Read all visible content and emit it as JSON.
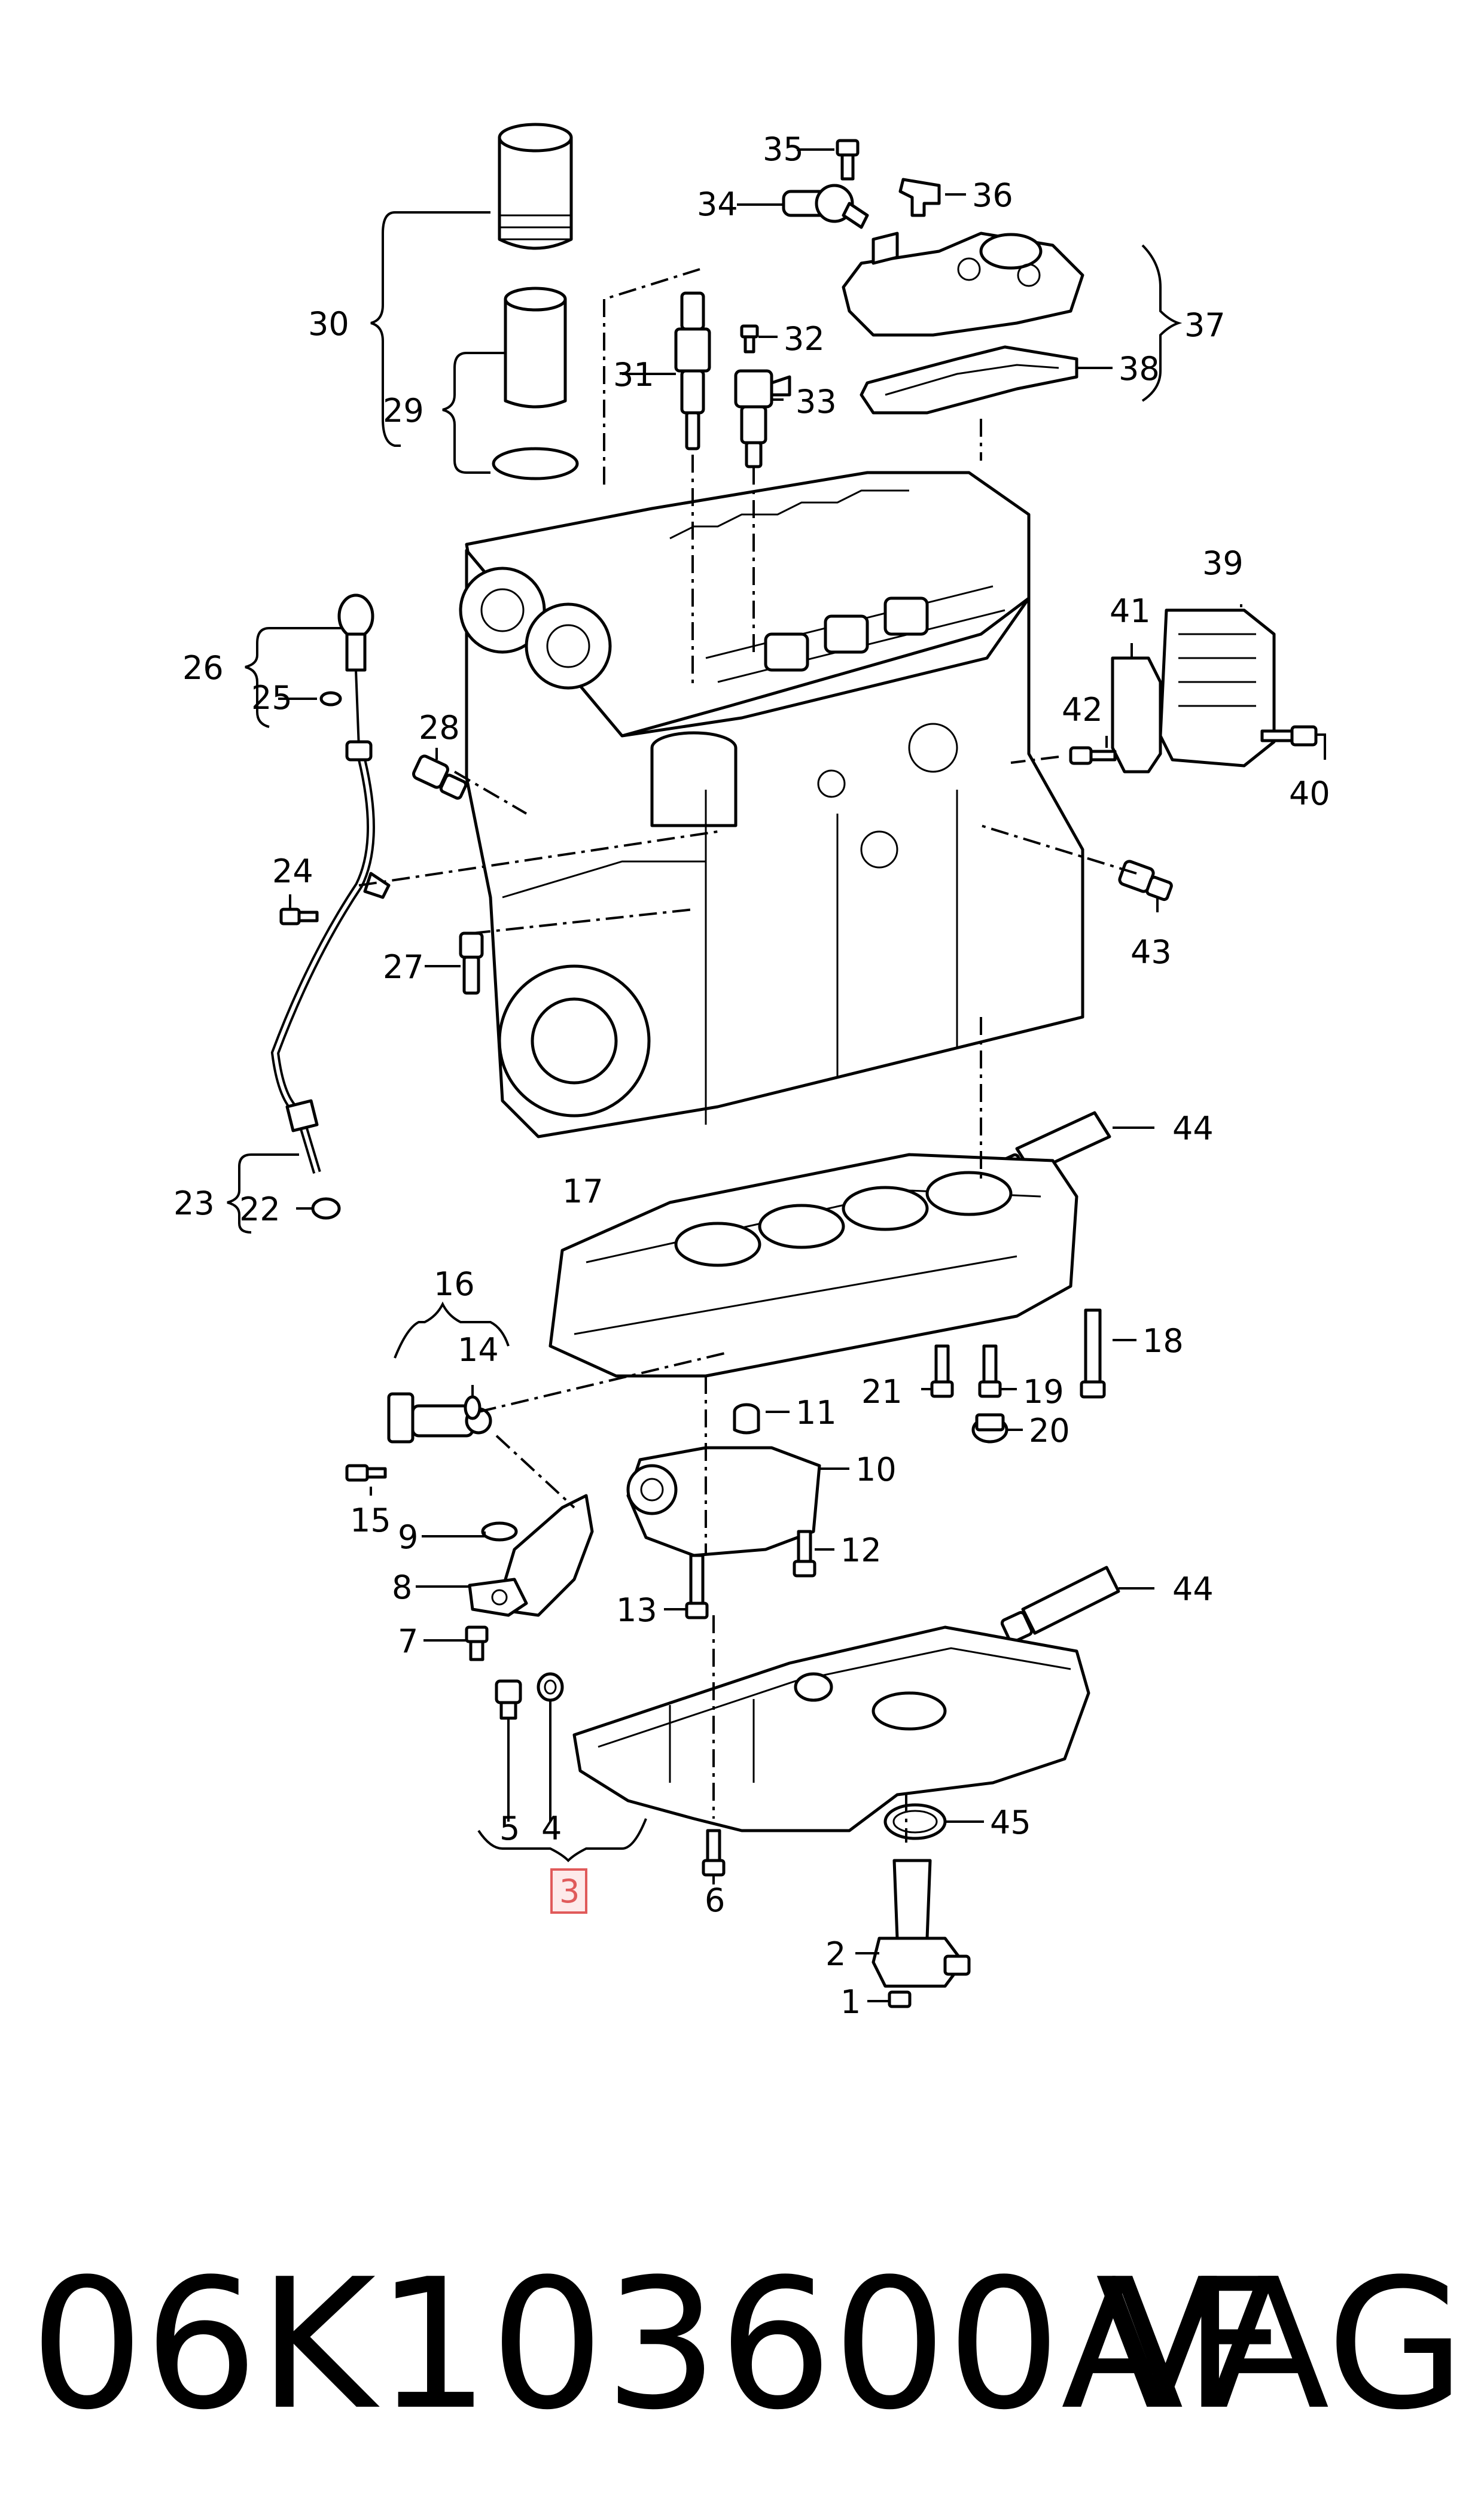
{
  "callouts": {
    "c1": "1",
    "c2": "2",
    "c3": "3",
    "c4": "4",
    "c5": "5",
    "c6": "6",
    "c7": "7",
    "c8": "8",
    "c9": "9",
    "c10": "10",
    "c11": "11",
    "c12": "12",
    "c13": "13",
    "c14": "14",
    "c15": "15",
    "c16": "16",
    "c17": "17",
    "c18": "18",
    "c19": "19",
    "c20": "20",
    "c21": "21",
    "c22": "22",
    "c23": "23",
    "c24": "24",
    "c25": "25",
    "c26": "26",
    "c27": "27",
    "c28": "28",
    "c29": "29",
    "c30": "30",
    "c31": "31",
    "c32": "32",
    "c33": "33",
    "c34": "34",
    "c35": "35",
    "c36": "36",
    "c37": "37",
    "c38": "38",
    "c39": "39",
    "c40": "40",
    "c41": "41",
    "c42": "42",
    "c43": "43",
    "c44a": "44",
    "c44b": "44",
    "c45": "45"
  },
  "highlight": {
    "callout": "3",
    "color": "#e05a5a"
  },
  "footer": {
    "part_number": "06K103600AF",
    "brand": "VAG"
  }
}
